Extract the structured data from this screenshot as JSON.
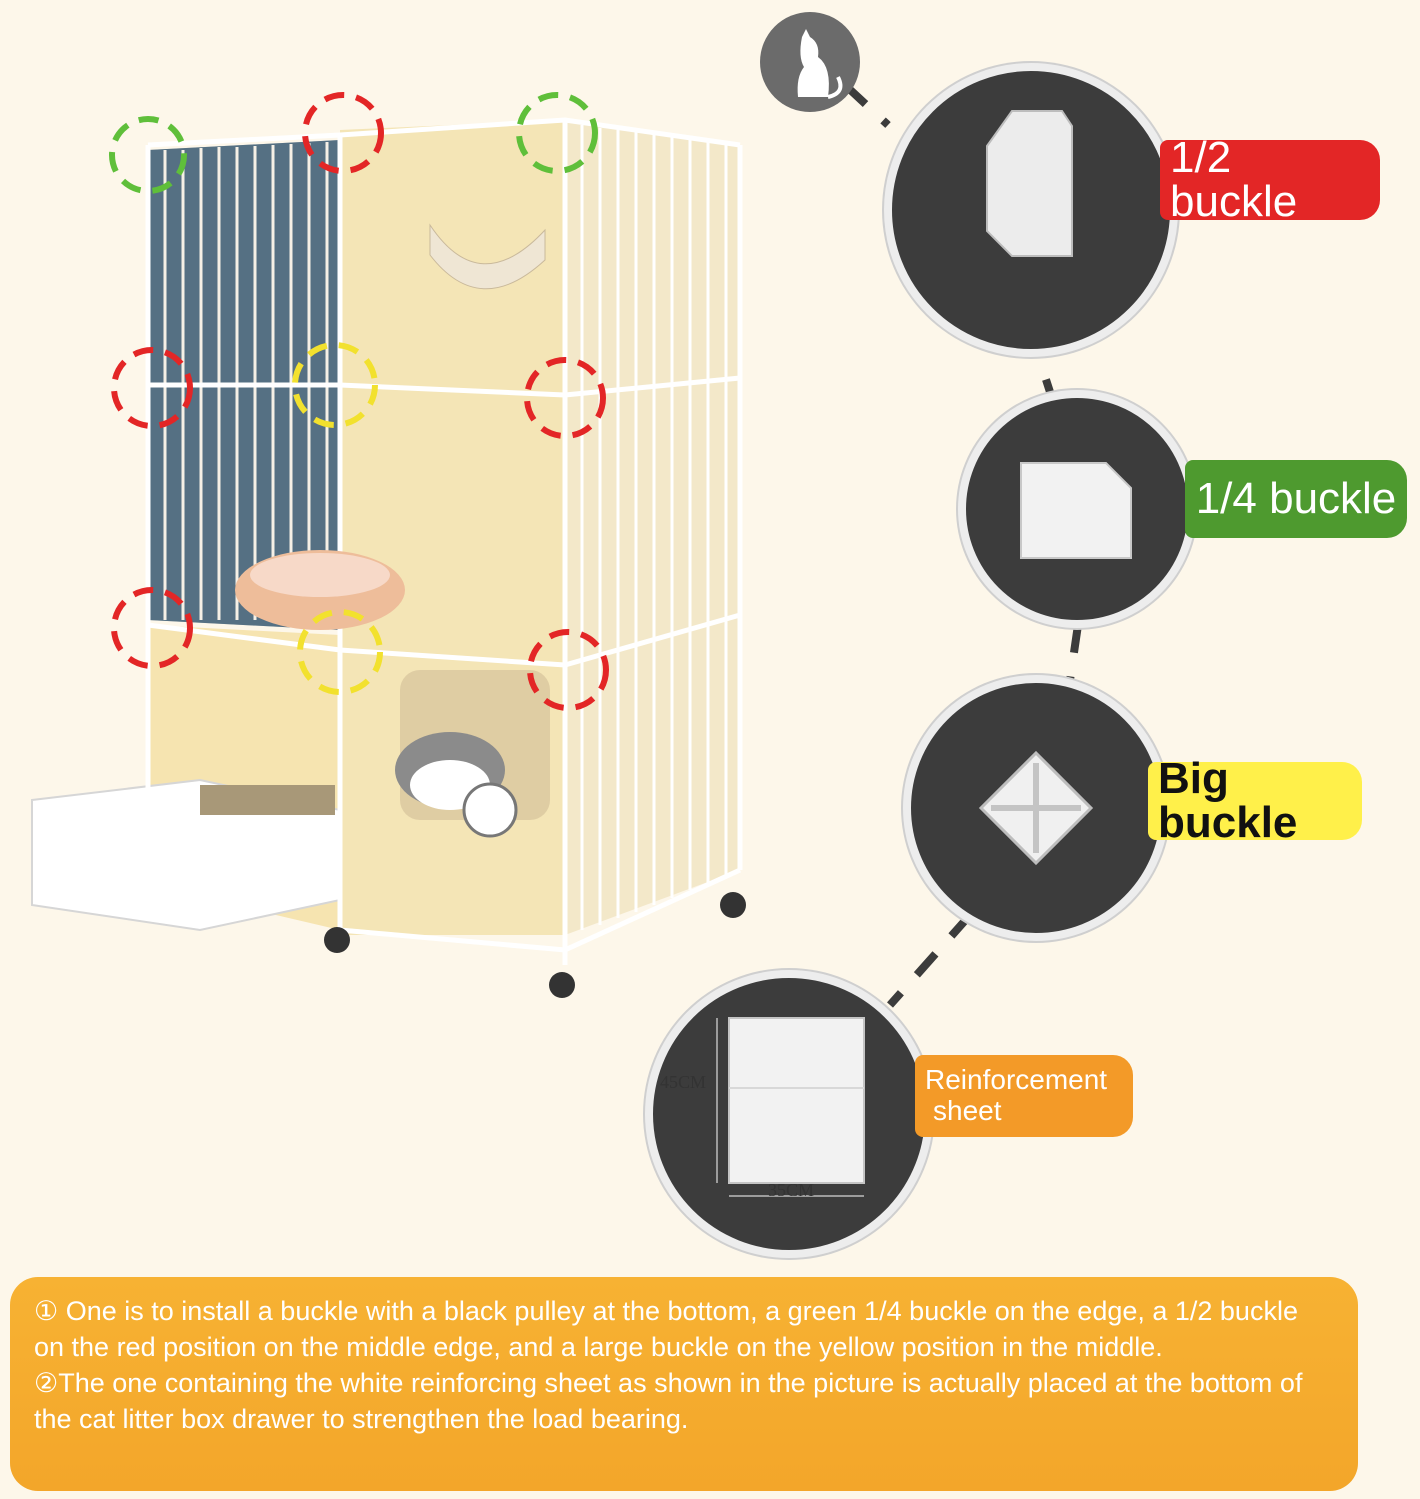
{
  "labels": {
    "half_buckle": "1/2 buckle",
    "quarter_buckle": "1/4 buckle",
    "big_buckle": "Big buckle",
    "reinforcement_line1": "Reinforcement",
    "reinforcement_line2": "sheet"
  },
  "dimensions": {
    "height": "45CM",
    "width": "35CM"
  },
  "notes": {
    "line1": "① One is to install a buckle with a black pulley at the bottom, a green 1/4 buckle on the edge, a 1/2 buckle on the red position on the middle edge, and a large buckle on the yellow position in the middle.",
    "line2": "②The one containing the white reinforcing sheet as shown in the picture is actually placed at the bottom of the cat litter box drawer to strengthen the load bearing."
  },
  "icons": {
    "top_badge": "cat-silhouette-icon"
  },
  "colors": {
    "red": "#e32626",
    "green": "#4e9a2f",
    "yellow": "#fff04a",
    "orange": "#f39a28",
    "note_bg": "#f5ab2e"
  }
}
